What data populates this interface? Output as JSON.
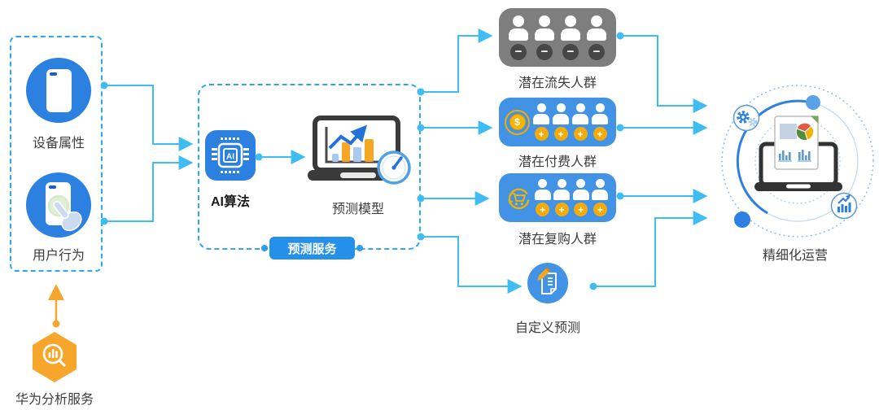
{
  "colors": {
    "arrow": "#3FBCF2",
    "dashed": "#2FA6F2",
    "node": "#2B80E0",
    "group": "#4292E6",
    "badge": "#2490EA",
    "orange": "#F6A62B",
    "gray": "#7E7E7E",
    "darkbadge": "#474747",
    "gold": "#F3AC0B",
    "label": "#3D3D3D"
  },
  "glyphs": {
    "minus": "−",
    "plus": "+",
    "dollar": "$"
  },
  "source_panel": {
    "device_label": "设备属性",
    "behavior_label": "用户行为"
  },
  "analytics_service": {
    "label": "华为分析服务"
  },
  "prediction_service": {
    "badge_label": "预测服务",
    "ai_label": "AI算法",
    "chip_text": "AI",
    "model_label": "预测模型"
  },
  "audiences": {
    "churn_label": "潜在流失人群",
    "pay_label": "潜在付费人群",
    "repurchase_label": "潜在复购人群",
    "custom_label": "自定义预测"
  },
  "operation": {
    "label": "精细化运营"
  }
}
